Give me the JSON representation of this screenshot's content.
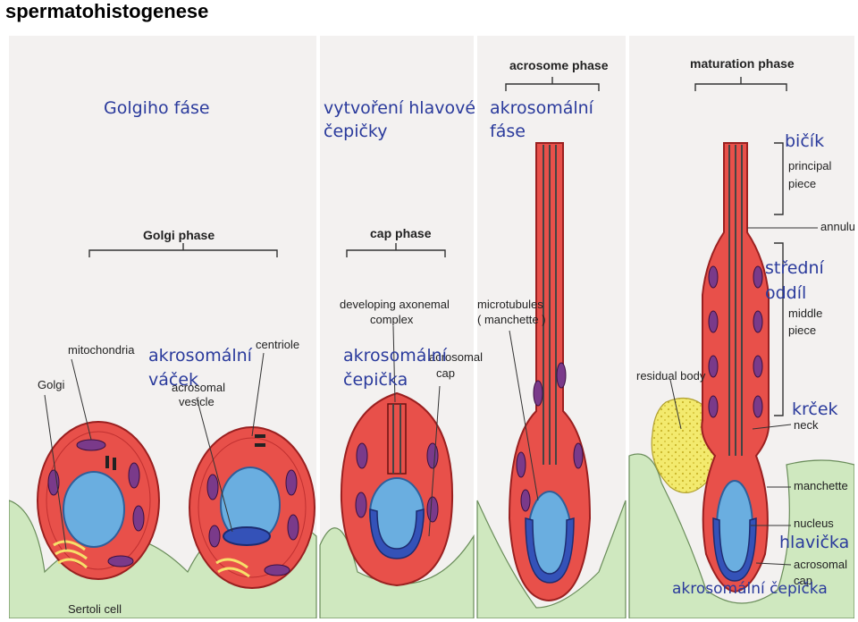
{
  "slide": {
    "title": "spermatohistogenese"
  },
  "phases": {
    "golgi": {
      "en": "Golgi phase",
      "cz": "Golgiho  fáse"
    },
    "cap": {
      "en": "cap phase",
      "cz_line1": "vytvoření hlavové",
      "cz_line2": "čepičky"
    },
    "acrosome": {
      "en": "acrosome phase",
      "cz_line1": "akrosomální",
      "cz_line2": "fáse"
    },
    "maturation": {
      "en": "maturation phase"
    }
  },
  "labels_en": {
    "golgi": "Golgi",
    "mitochondria": "mitochondria",
    "centriole": "centriole",
    "acrosomal_vesicle_1": "acrosomal",
    "acrosomal_vesicle_2": "vesicle",
    "developing_1": "developing axonemal",
    "developing_2": "complex",
    "acrosomal_cap_1": "acrosomal",
    "acrosomal_cap_2": "cap",
    "microtubules_1": "microtubules",
    "microtubules_2": "( manchette )",
    "residual_body": "residual body",
    "principal_1": "principal",
    "principal_2": "piece",
    "annulus": "annulus",
    "middle_1": "middle",
    "middle_2": "piece",
    "neck": "neck",
    "manchette": "manchette",
    "nucleus": "nucleus",
    "acrosomal_cap_r1": "acrosomal",
    "acrosomal_cap_r2": "cap",
    "sertoli": "Sertoli cell"
  },
  "labels_cz": {
    "vesicle_1": "akrosomální",
    "vesicle_2": "váček",
    "cap_1": "akrosomální",
    "cap_2": "čepička",
    "flagellum": "bičík",
    "middle_1": "střední",
    "middle_2": "oddíl",
    "neck": "krček",
    "head": "hlavička",
    "acro_cap": "akrosomální čepička"
  },
  "colors": {
    "background": "#f3f1f0",
    "cytoplasm": "#e8504a",
    "nucleus": "#6aaee0",
    "acrosome": "#3452b8",
    "sertoli": "#cfe8bf",
    "residual_body": "#f2ec7c",
    "czech_text": "#2a3a9c"
  }
}
